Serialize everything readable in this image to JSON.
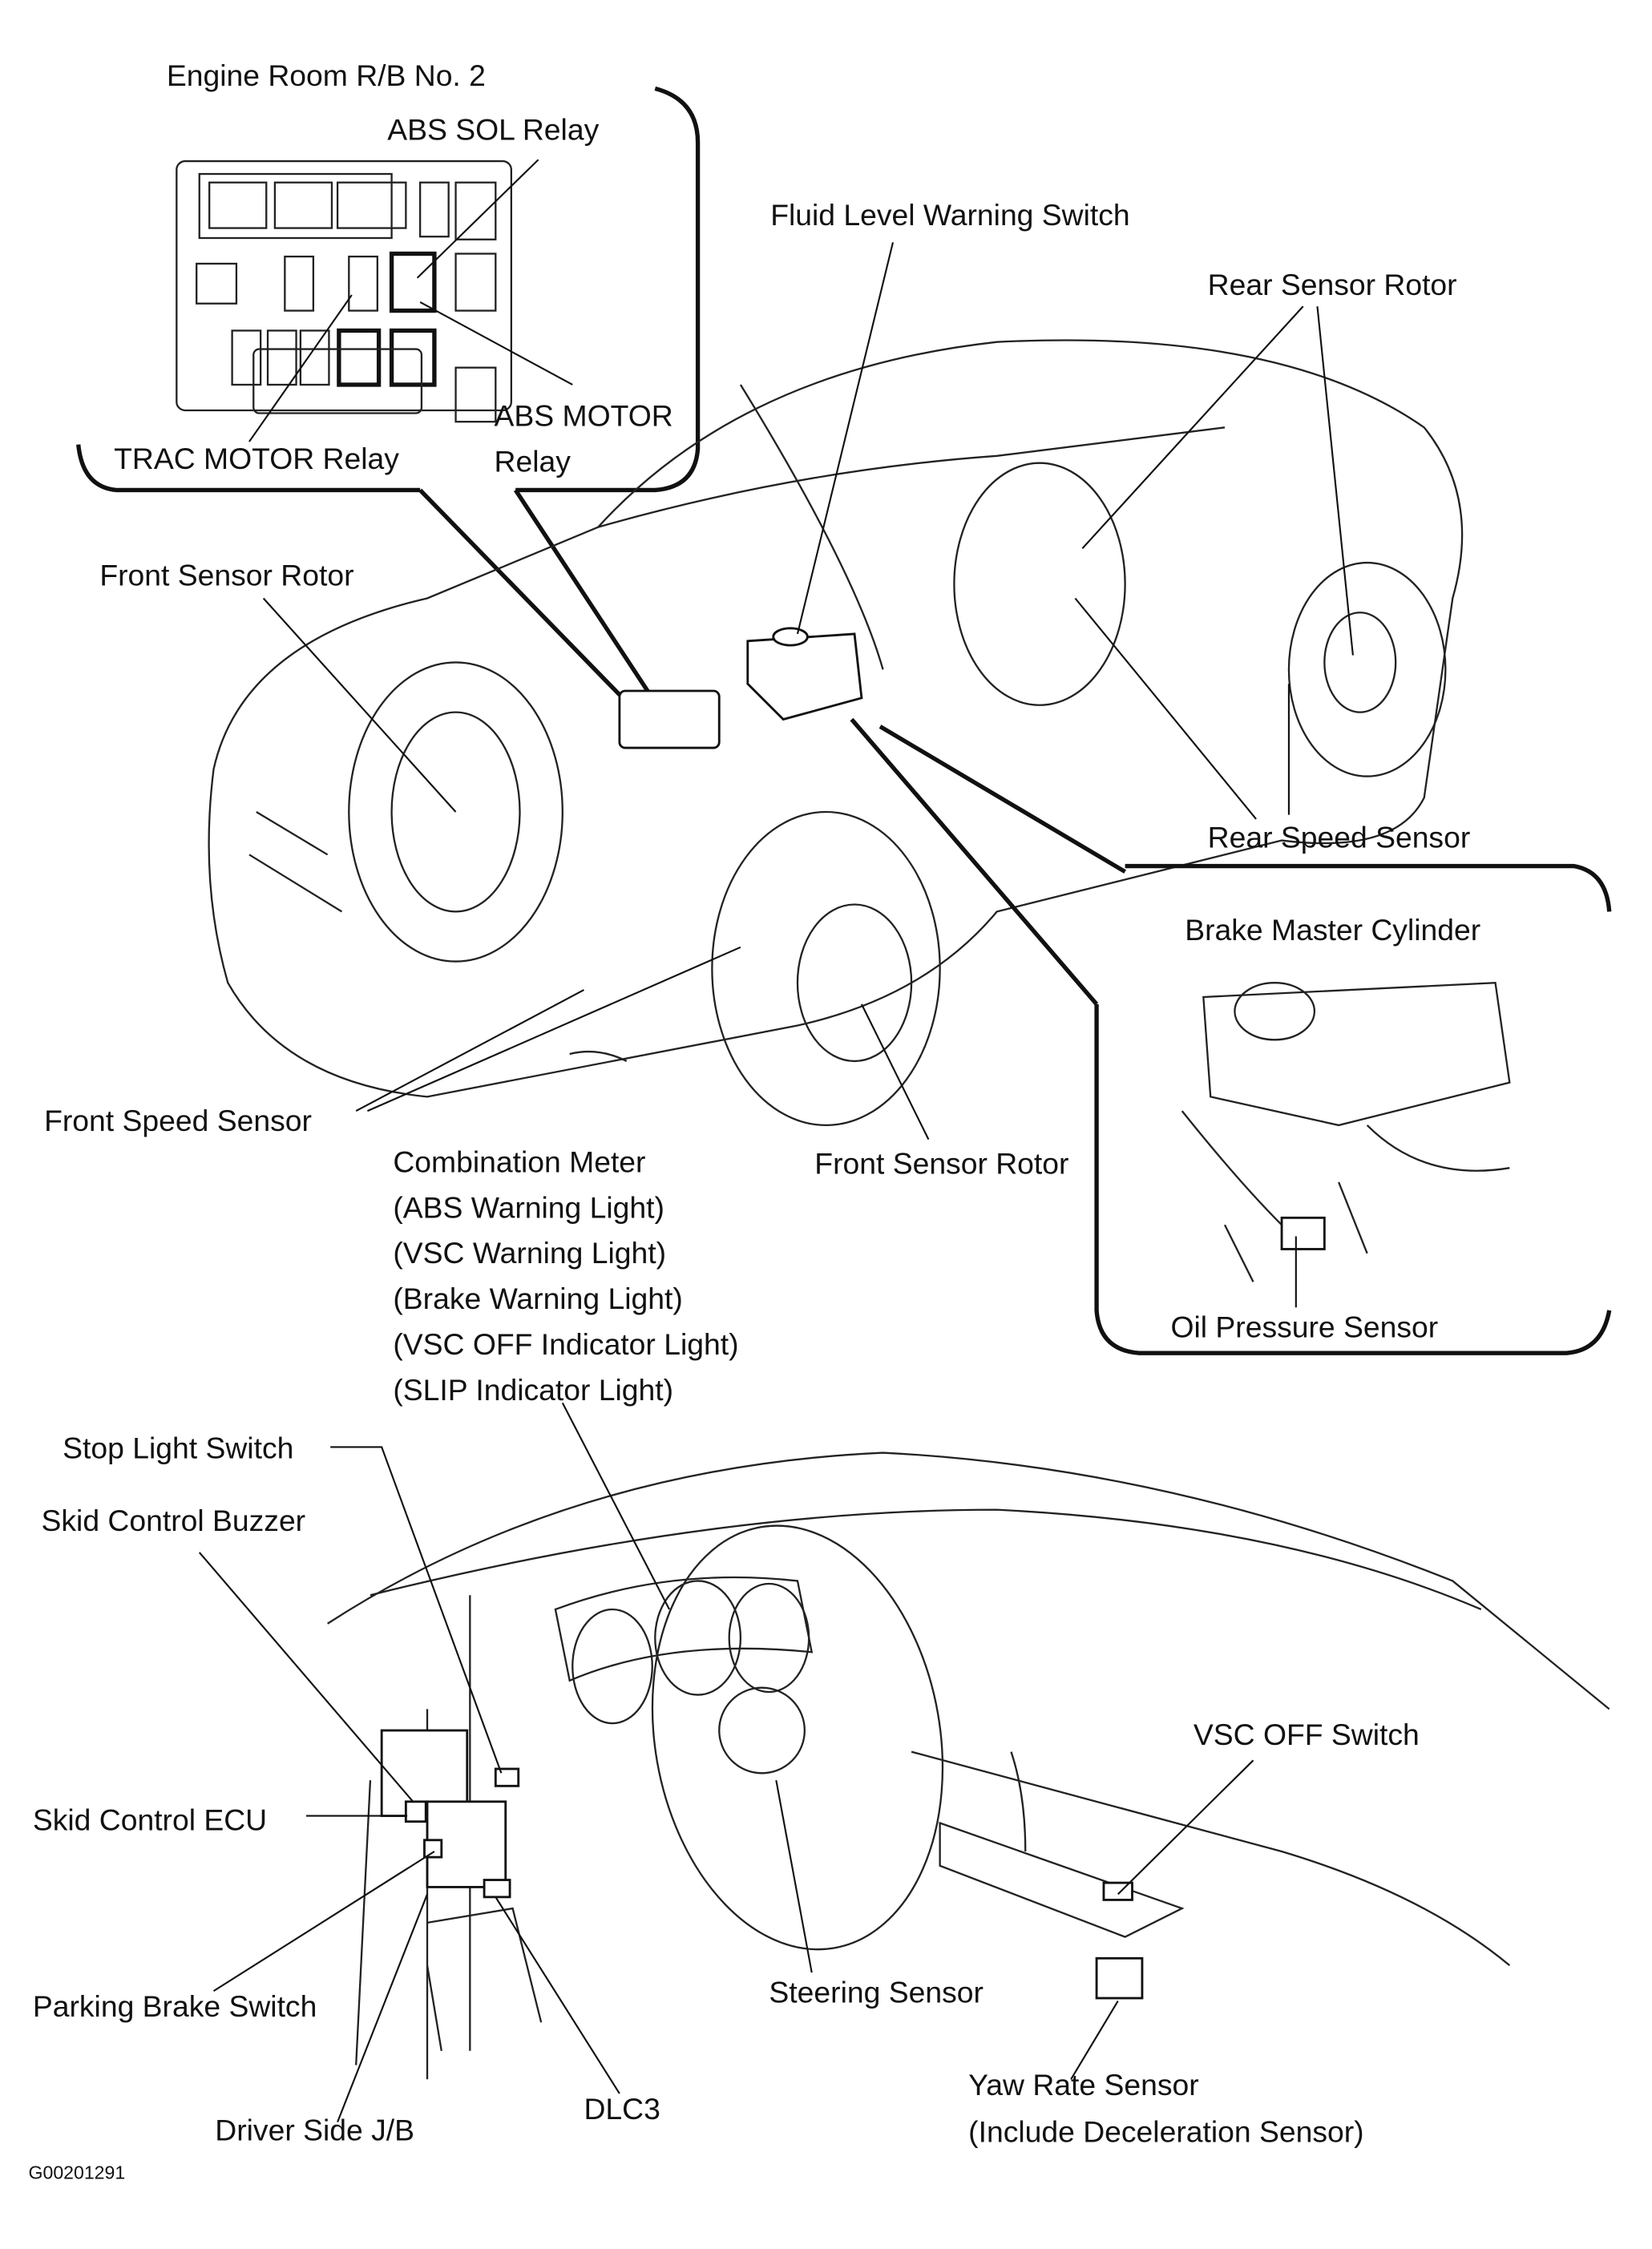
{
  "figure_id": "G00201291",
  "engine_room_callout": {
    "title": "Engine Room R/B No. 2",
    "abs_sol_relay": "ABS SOL Relay",
    "abs_motor_relay_1": "ABS MOTOR",
    "abs_motor_relay_2": "Relay",
    "trac_motor_relay": "TRAC MOTOR Relay"
  },
  "brake_master_callout": {
    "title": "Brake Master Cylinder",
    "oil_pressure_sensor": "Oil Pressure Sensor"
  },
  "vehicle_labels": {
    "fluid_level_warning_switch": "Fluid Level Warning Switch",
    "rear_sensor_rotor": "Rear Sensor Rotor",
    "front_sensor_rotor_top": "Front Sensor Rotor",
    "rear_speed_sensor": "Rear Speed Sensor",
    "front_speed_sensor": "Front Speed Sensor",
    "front_sensor_rotor_bottom": "Front Sensor Rotor"
  },
  "combination_meter": {
    "title": "Combination Meter",
    "lines": [
      "(ABS Warning Light)",
      "(VSC Warning Light)",
      "(Brake Warning Light)",
      "(VSC OFF Indicator Light)",
      "(SLIP Indicator Light)"
    ]
  },
  "interior_labels": {
    "stop_light_switch": "Stop Light Switch",
    "skid_control_buzzer": "Skid Control Buzzer",
    "skid_control_ecu": "Skid Control ECU",
    "parking_brake_switch": "Parking Brake Switch",
    "driver_side_jb": "Driver Side J/B",
    "dlc3": "DLC3",
    "steering_sensor": "Steering Sensor",
    "vsc_off_switch": "VSC OFF Switch",
    "yaw_rate_sensor_1": "Yaw Rate Sensor",
    "yaw_rate_sensor_2": "(Include Deceleration Sensor)"
  }
}
